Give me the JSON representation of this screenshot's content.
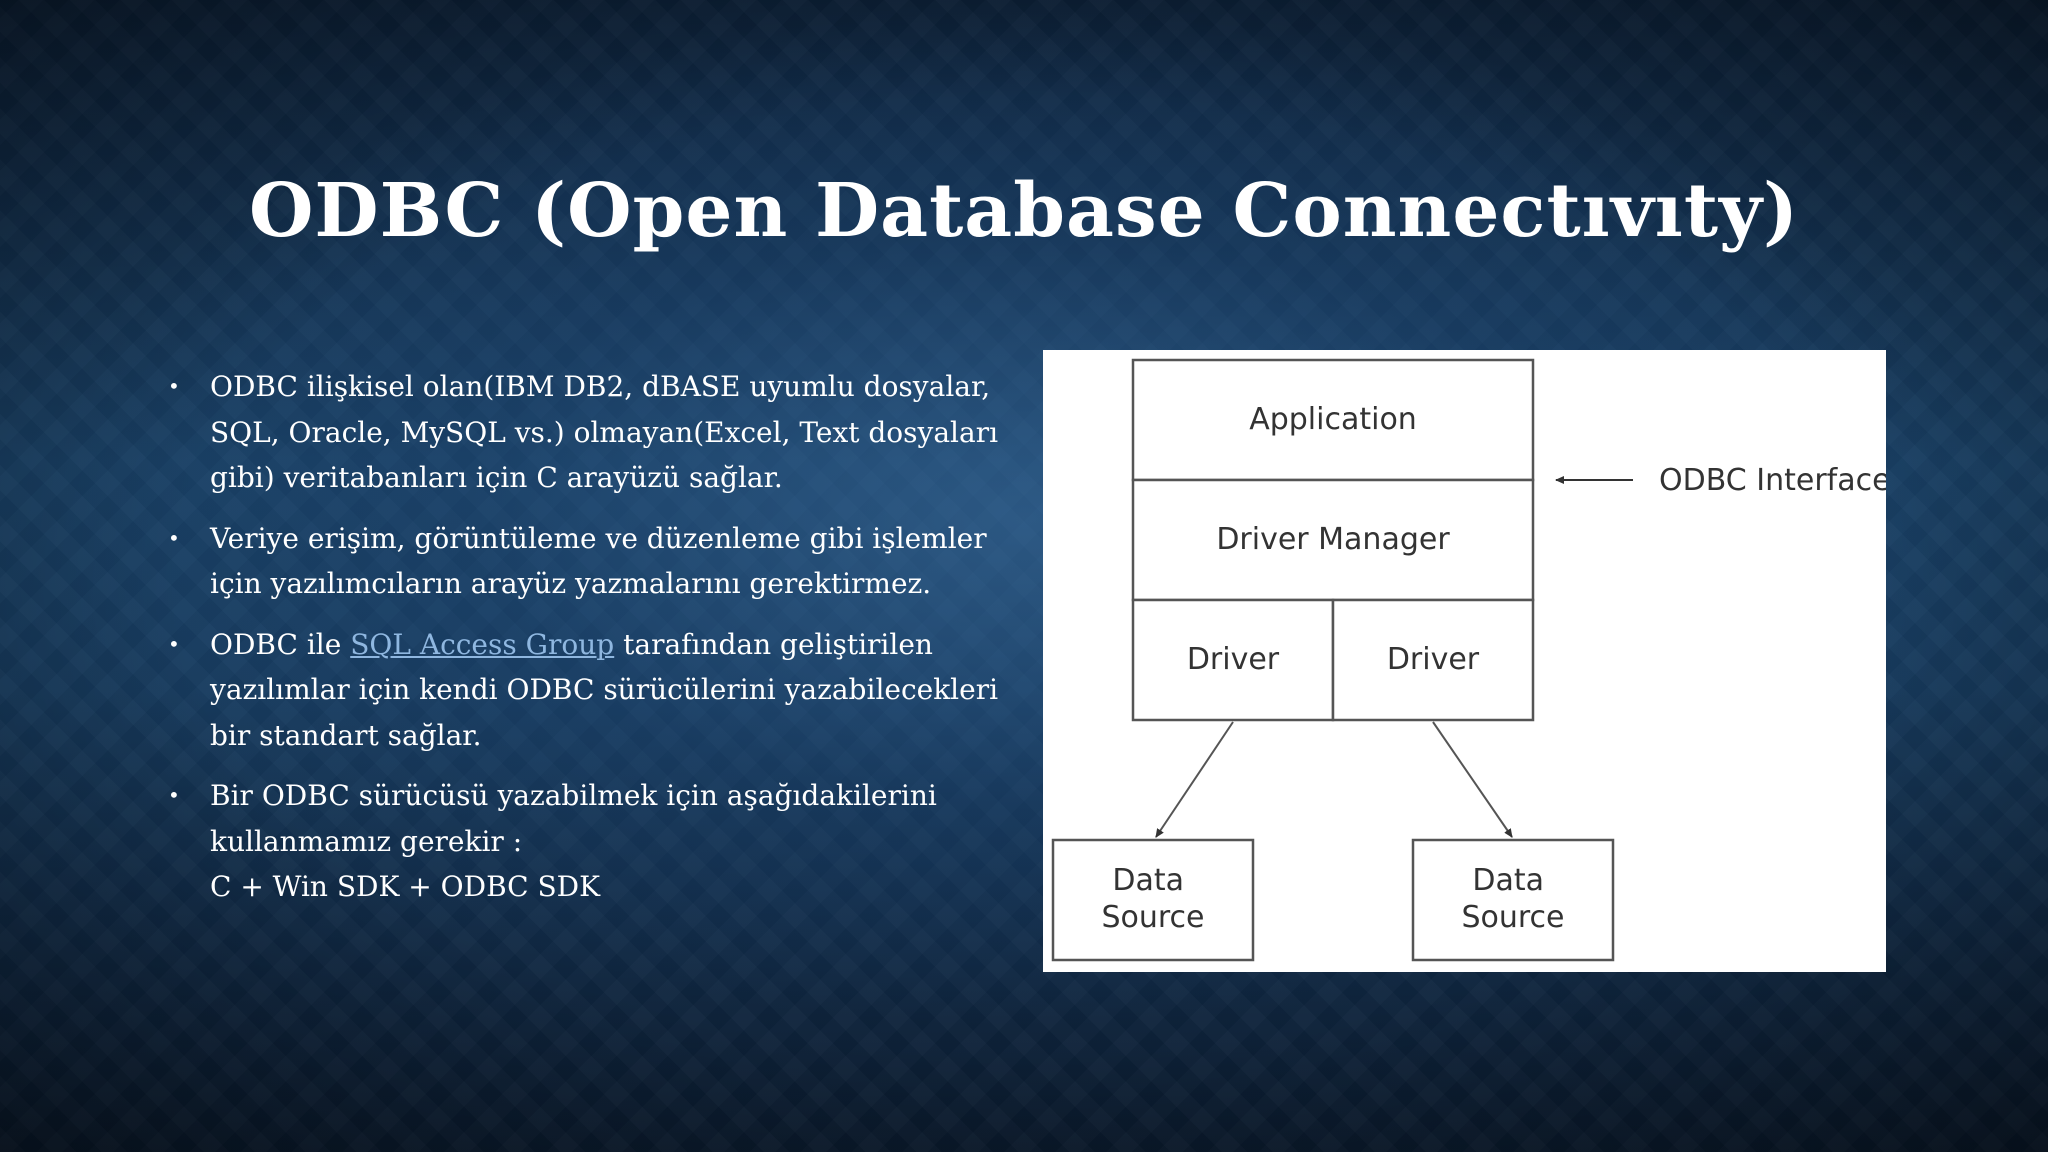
{
  "slide": {
    "title": "ODBC (Open Database Connectıvıty)"
  },
  "bullets": [
    {
      "text": "ODBC ilişkisel olan(IBM DB2, dBASE uyumlu dosyalar, SQL, Oracle, MySQL vs.) olmayan(Excel, Text dosyaları gibi) veritabanları için C arayüzü sağlar."
    },
    {
      "text": "Veriye erişim, görüntüleme ve düzenleme gibi işlemler için yazılımcıların arayüz yazmalarını gerektirmez."
    },
    {
      "before": "ODBC ile ",
      "link": "SQL Access Group",
      "after": " tarafından geliştirilen yazılımlar için kendi ODBC sürücülerini yazabilecekleri bir standart sağlar."
    },
    {
      "line1": "Bir ODBC sürücüsü yazabilmek için aşağıdakilerini kullanmamız gerekir :",
      "line2": "C + Win SDK + ODBC SDK"
    }
  ],
  "diagram": {
    "application": "Application",
    "driver_manager": "Driver Manager",
    "driver_left": "Driver",
    "driver_right": "Driver",
    "interface_label": "ODBC Interface",
    "data_source_left": [
      "Data",
      "Source"
    ],
    "data_source_right": [
      "Data",
      "Source"
    ]
  },
  "colors": {
    "link": "#8fb7e0",
    "background_dark": "#0c2138",
    "background_mid": "#183f64"
  }
}
